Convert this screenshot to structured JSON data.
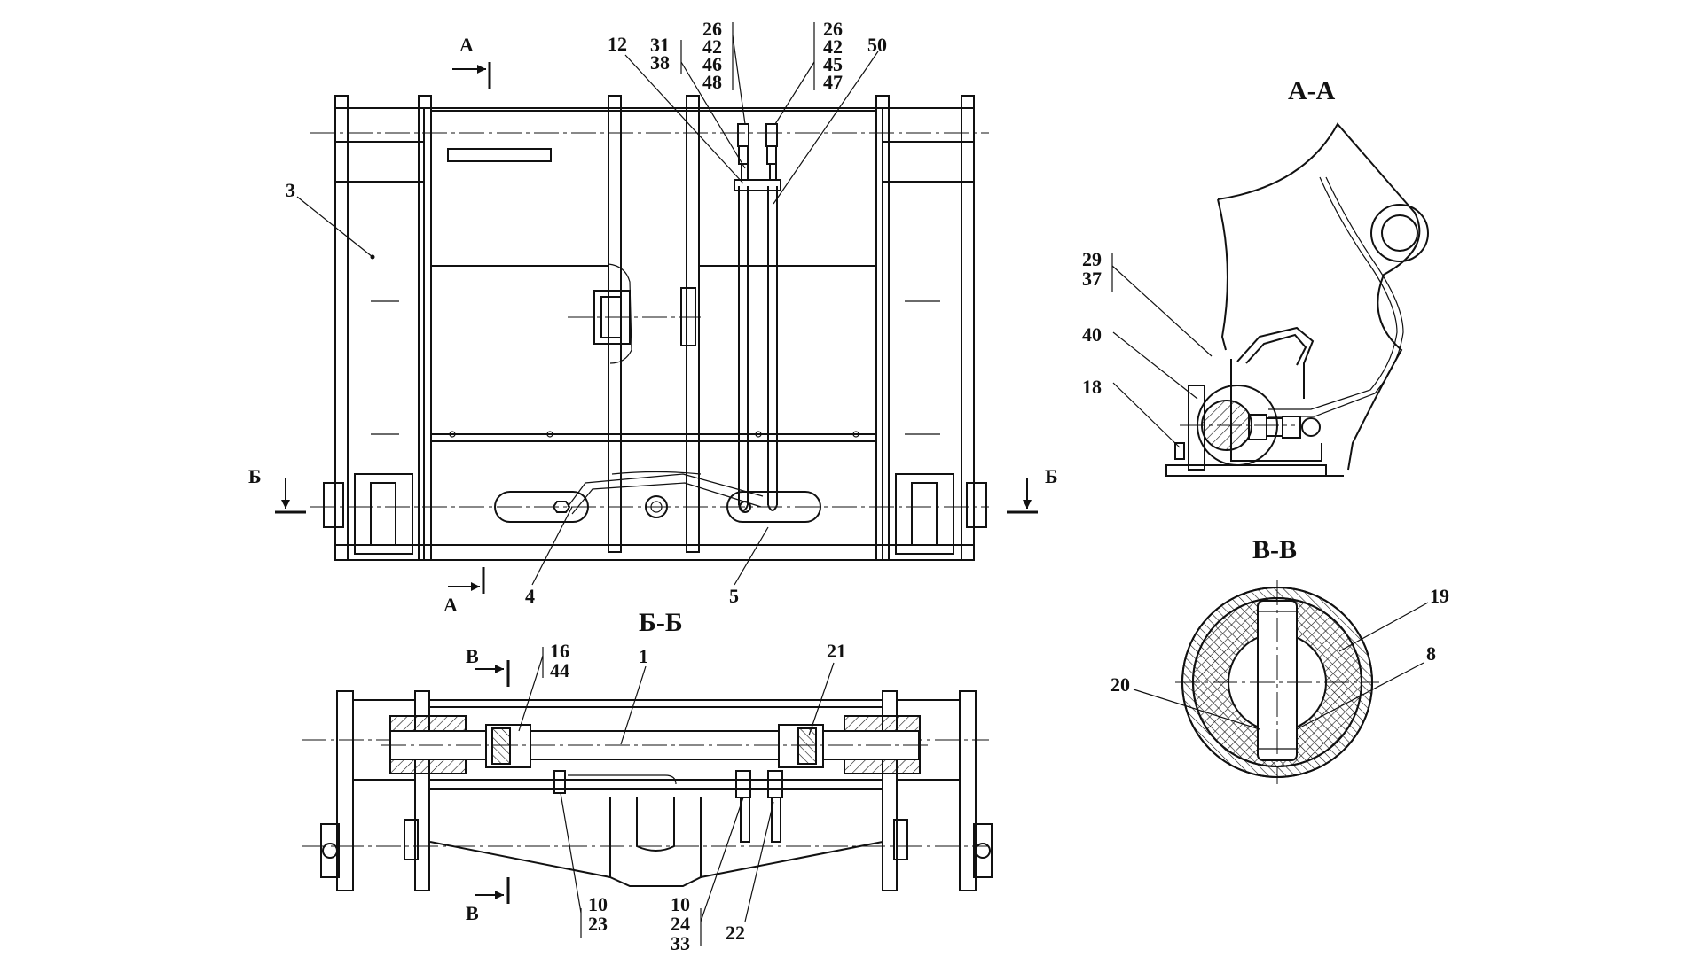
{
  "sections": {
    "aa_title": "А-А",
    "bb_title": "Б-Б",
    "vv_title": "В-В"
  },
  "cut_marks": {
    "a": "А",
    "b": "Б",
    "v": "В"
  },
  "callouts": {
    "front": {
      "c3": "3",
      "c4": "4",
      "c5": "5",
      "c12": "12",
      "g31": [
        "31",
        "38"
      ],
      "g26a": [
        "26",
        "42",
        "46",
        "48"
      ],
      "g26b": [
        "26",
        "42",
        "45",
        "47"
      ],
      "c50": "50"
    },
    "aa": {
      "g29": [
        "29",
        "37"
      ],
      "c40": "40",
      "c18": "18"
    },
    "bb": {
      "g16": [
        "16",
        "44"
      ],
      "c1": "1",
      "c21": "21",
      "g10a": [
        "10",
        "23"
      ],
      "g10b": [
        "10",
        "24",
        "33"
      ],
      "c22": "22"
    },
    "vv": {
      "c19": "19",
      "c8": "8",
      "c20": "20"
    }
  }
}
